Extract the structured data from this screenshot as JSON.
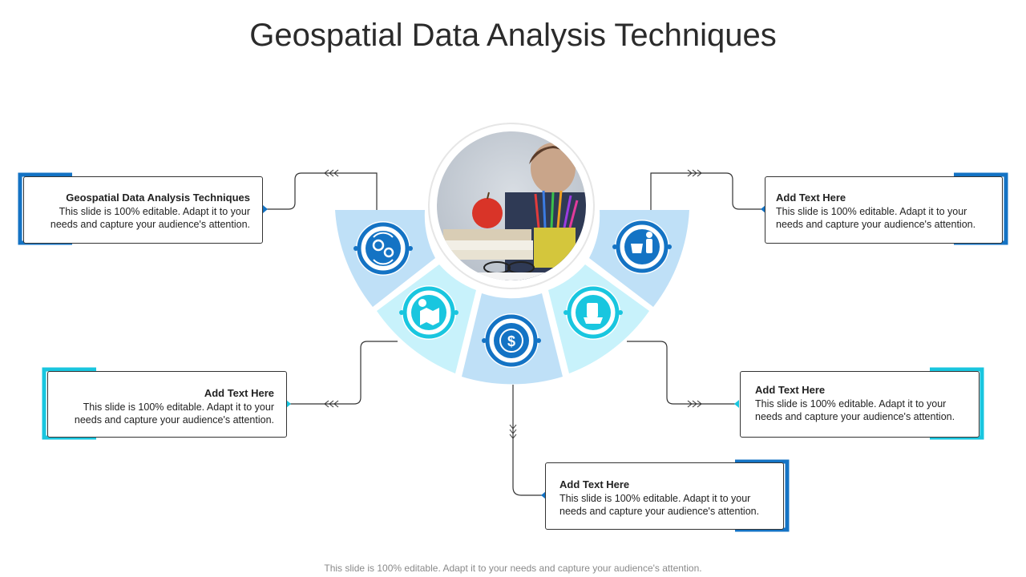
{
  "title": "Geospatial Data Analysis Techniques",
  "footer": "This slide is 100% editable. Adapt it to your needs and capture your audience's attention.",
  "colors": {
    "dark_blue": "#1473c4",
    "cyan": "#19c6df",
    "light_blue_fill": "#bfe0f7",
    "light_cyan_fill": "#c8f2fb"
  },
  "items": [
    {
      "heading": "Geospatial Data Analysis Techniques",
      "text": "This slide is 100% editable. Adapt it to your needs and capture your audience's attention.",
      "icon": "gears-cycle-icon"
    },
    {
      "heading": "Add Text Here",
      "text": "This slide is 100% editable. Adapt it to your needs and capture your audience's attention.",
      "icon": "map-location-icon"
    },
    {
      "heading": "Add Text Here",
      "text": "This slide is 100% editable. Adapt it to your needs and capture your audience's attention.",
      "icon": "dollar-globe-icon"
    },
    {
      "heading": "Add Text Here",
      "text": "This slide is 100% editable. Adapt it to your needs and capture your audience's attention.",
      "icon": "shopping-tag-cart-icon"
    },
    {
      "heading": "Add Text Here",
      "text": "This slide is 100% editable. Adapt it to your needs and capture your audience's attention.",
      "icon": "person-cart-icon"
    }
  ],
  "center_image": "classroom-books-pencils-photo"
}
